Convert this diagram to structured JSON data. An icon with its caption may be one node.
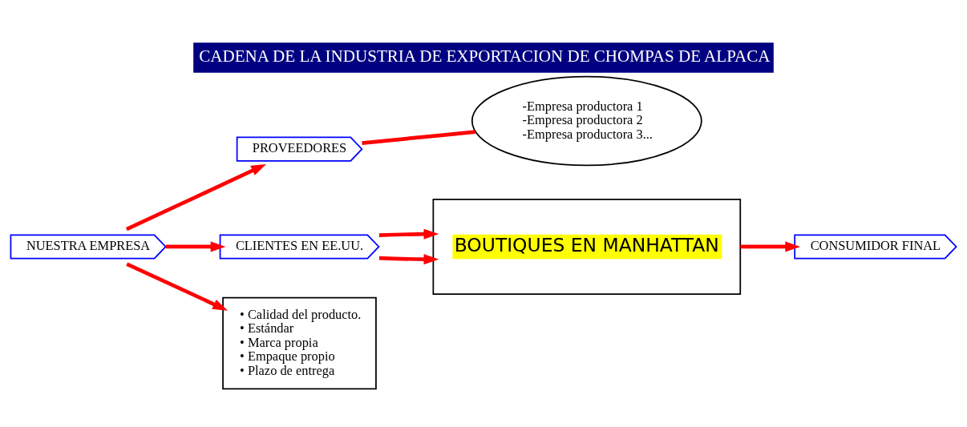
{
  "diagram": {
    "title": "CADENA DE LA INDUSTRIA DE EXPORTACION DE CHOMPAS DE ALPACA",
    "nodes": [
      {
        "text": [
          "PROVEEDORES"
        ]
      },
      {
        "text": [
          "CLIENTES EN EE.UU."
        ]
      },
      {
        "text": [
          "BOUTIQUES EN MANHATTAN"
        ]
      },
      {
        "text": [
          "-Empresa productora 1",
          "-Empresa productora 2",
          "-Empresa productora 3..."
        ]
      },
      {
        "text": [
          "NUESTRA EMPRESA"
        ]
      },
      {
        "text": [
          "• Calidad del producto.",
          "• Estándar",
          "• Marca propia",
          "• Empaque propio",
          "• Plazo de entrega"
        ]
      },
      {
        "text": [
          "CONSUMIDOR FINAL"
        ]
      }
    ],
    "edges": [
      {
        "from": 4,
        "to": 0,
        "arrow": "to"
      },
      {
        "from": 4,
        "to": 1,
        "arrow": "to"
      },
      {
        "from": 1,
        "to": 2,
        "arrow": "to"
      },
      {
        "from": 1,
        "to": 2,
        "arrow": "to"
      },
      {
        "from": 0,
        "to": 3,
        "arrow": "none"
      },
      {
        "from": 4,
        "to": 5,
        "arrow": "to"
      },
      {
        "from": 2,
        "to": 6,
        "arrow": "to"
      }
    ]
  }
}
